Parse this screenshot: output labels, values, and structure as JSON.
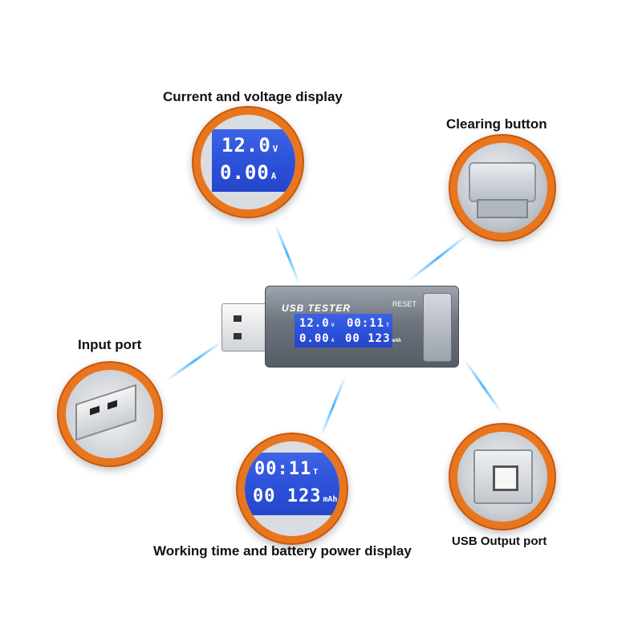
{
  "labels": {
    "current_voltage": "Current and voltage display",
    "clearing": "Clearing button",
    "input_port": "Input port",
    "output_port": "USB Output port",
    "working_time": "Working time and battery power display"
  },
  "device": {
    "brand": "USB TESTER",
    "reset": "RESET",
    "voltage": "12.0",
    "voltage_unit": "V",
    "current": "0.00",
    "current_unit": "A",
    "time": "00:11",
    "time_unit": "T",
    "capacity": "00 123",
    "capacity_unit": "mAh"
  },
  "colors": {
    "ring": "#e8761e",
    "lcd": "#2a4fd8",
    "beam": "#44b4ff"
  }
}
